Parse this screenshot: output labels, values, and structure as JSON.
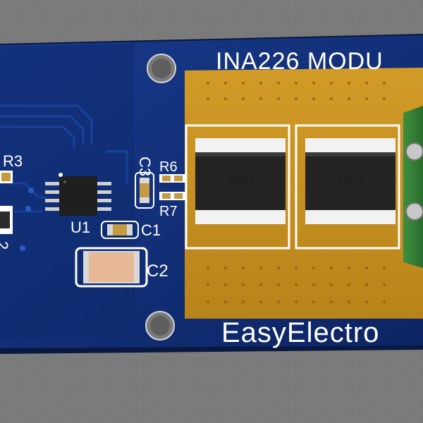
{
  "board": {
    "title_partial": "INA226 MODU",
    "brand_partial": "EasyElectro",
    "colors": {
      "background": "#7a7a7a",
      "board": "#0f2a6e",
      "board_light": "#183a8c",
      "copper": "#c9921e",
      "silk": "#ffffff",
      "connector": "#2f7d32"
    }
  },
  "labels": {
    "r3": "R3",
    "r6": "R6",
    "r7": "R7",
    "c1": "C1",
    "c2": "C2",
    "c3": "C3",
    "u1": "U1",
    "edge": "2"
  },
  "shunt_resistors": [
    {
      "marking": "R005"
    },
    {
      "marking": "R005"
    }
  ]
}
